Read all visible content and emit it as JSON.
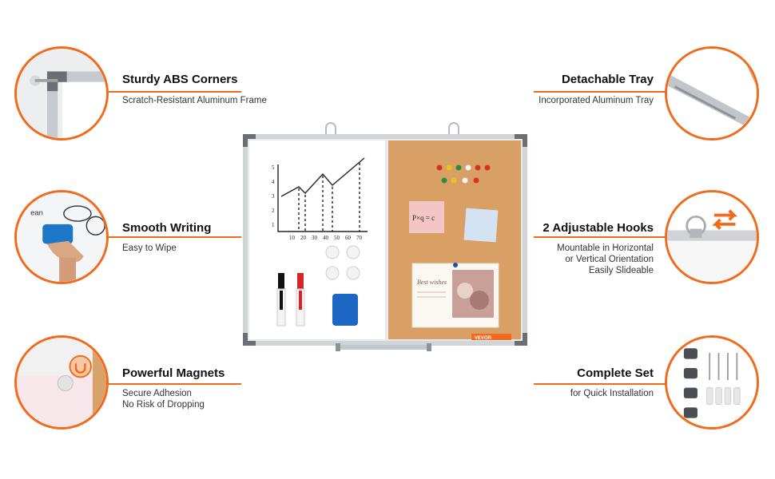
{
  "features": {
    "left": [
      {
        "title": "Sturdy ABS Corners",
        "lines": [
          "Scratch-Resistant Aluminum Frame"
        ],
        "icon": "corner-bracket-icon"
      },
      {
        "title": "Smooth Writing",
        "lines": [
          "Easy to Wipe"
        ],
        "icon": "eraser-hand-icon"
      },
      {
        "title": "Powerful Magnets",
        "lines": [
          "Secure Adhesion",
          "No Risk of Dropping"
        ],
        "icon": "magnet-icon"
      }
    ],
    "right": [
      {
        "title": "Detachable Tray",
        "lines": [
          "Incorporated Aluminum Tray"
        ],
        "icon": "aluminum-tray-icon"
      },
      {
        "title": "2 Adjustable Hooks",
        "lines": [
          "Mountable in Horizontal",
          "or Vertical Orientation",
          "Easily Slideable"
        ],
        "icon": "hook-arrows-icon"
      },
      {
        "title": "Complete Set",
        "lines": [
          "for Quick Installation"
        ],
        "icon": "screws-anchors-icon"
      }
    ]
  },
  "board": {
    "sticky_note_text": "P×q = c",
    "photo_card_title": "Best wishes",
    "brand": "VEVOR"
  },
  "colors": {
    "accent": "#f26a1b",
    "cork": "#d9a066",
    "frame": "#c9ccd0"
  }
}
